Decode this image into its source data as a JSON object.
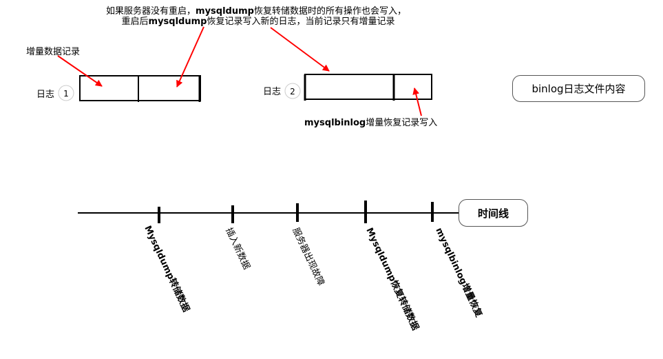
{
  "annotations": {
    "top_line1_a": "如果服务器没有重启，",
    "top_line1_b": "mysqldump",
    "top_line1_c": "恢复转储数据时的所有操作也会写入，",
    "top_line2_a": "重启后",
    "top_line2_b": "mysqldump",
    "top_line2_c": "恢复记录写入新的日志，当前记录只有增量记录",
    "incremental_label": "增量数据记录",
    "binlog_note_a": "mysqlbinlog",
    "binlog_note_b": "增量恢复记录写入"
  },
  "logs": [
    {
      "label": "日志",
      "number": "1"
    },
    {
      "label": "日志",
      "number": "2"
    }
  ],
  "legend_box": "binlog日志文件内容",
  "timeline": {
    "label": "时间线",
    "events": [
      "Mysqldump转储数据",
      "插入新数据",
      "服务器出现故障",
      "Mysqldump恢复转储数据",
      "mysqlbinlog增量恢复"
    ]
  },
  "colors": {
    "arrow": "#ff0000",
    "line": "#000000",
    "box_border": "#555555"
  }
}
